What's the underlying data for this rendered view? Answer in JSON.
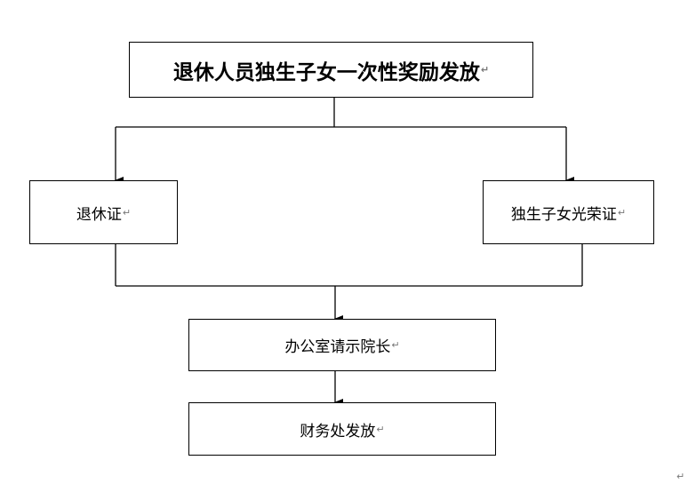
{
  "diagram": {
    "title": "退休人员独生子女一次性奖励发放",
    "left_box": "退休证",
    "right_box": "独生子女光荣证",
    "middle_box": "办公室请示院长",
    "bottom_box": "财务处发放",
    "paragraph_mark": "↵"
  }
}
